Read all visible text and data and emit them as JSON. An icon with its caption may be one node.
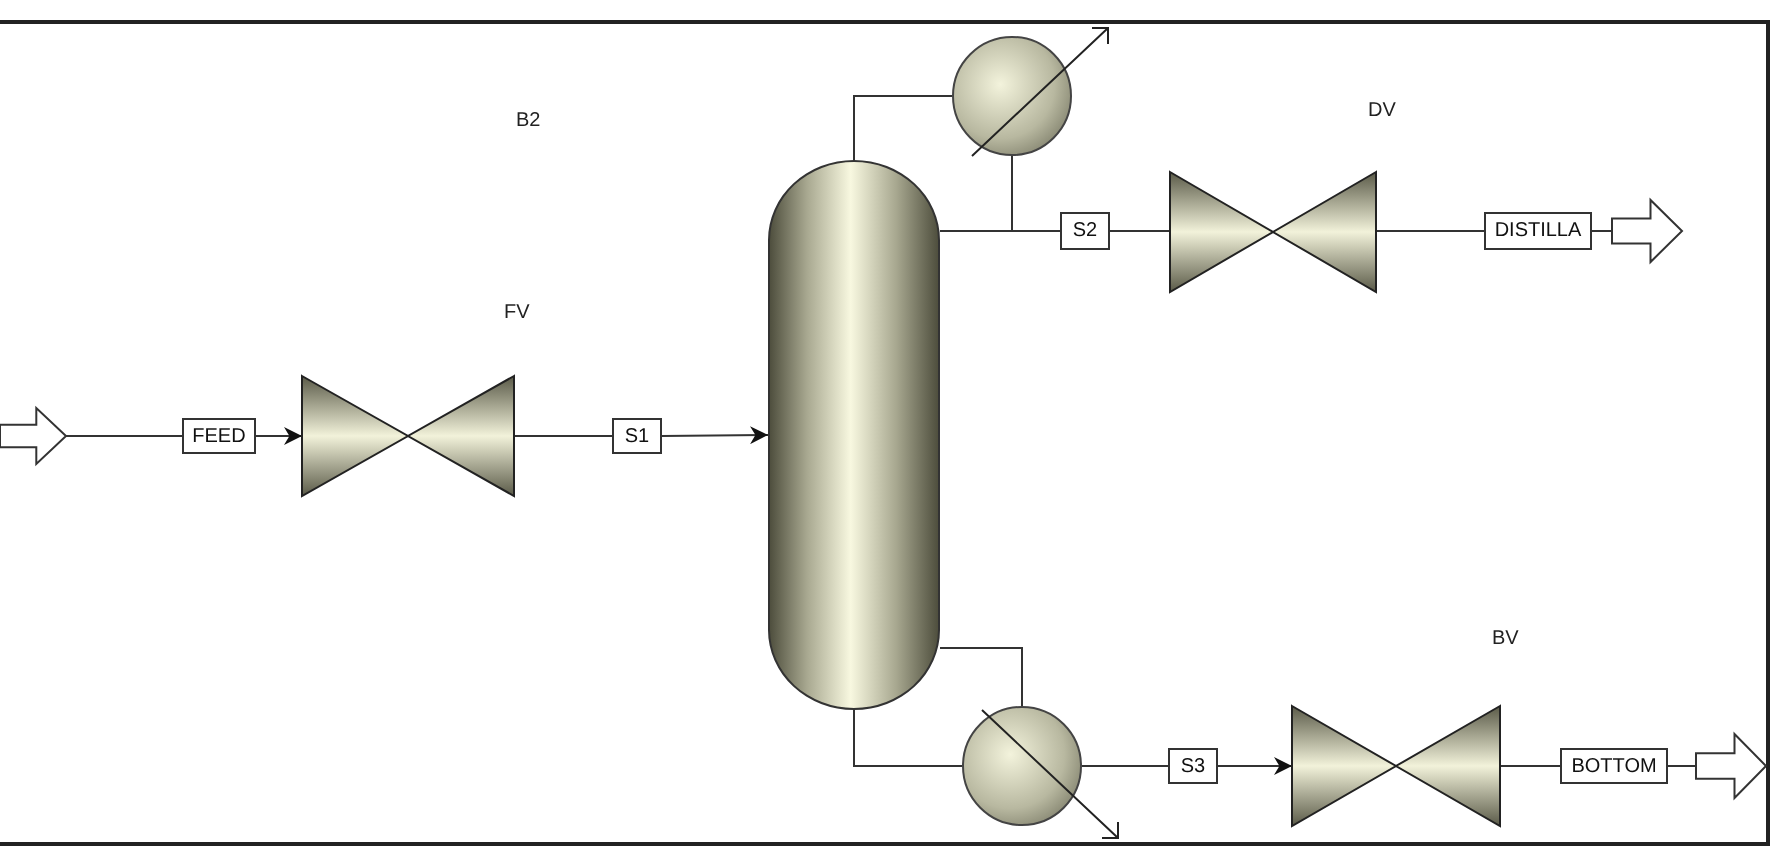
{
  "diagram": {
    "nodes": [
      {
        "text": [],
        "shape": "arrow"
      },
      {
        "text": [
          "FEED"
        ]
      },
      {
        "text": [],
        "shape": "valve",
        "beside": [
          "FV"
        ]
      },
      {
        "text": [
          "S1"
        ]
      },
      {
        "text": [],
        "shape": "cylinder"
      },
      {
        "text": [],
        "shape": "circle"
      },
      {
        "text": [
          "S2"
        ]
      },
      {
        "text": [],
        "shape": "valve",
        "beside": [
          "DV"
        ]
      },
      {
        "text": [
          "DISTILLA"
        ]
      },
      {
        "text": [],
        "shape": "arrow"
      },
      {
        "text": [],
        "shape": "circle"
      },
      {
        "text": [
          "S3"
        ]
      },
      {
        "text": [],
        "shape": "valve",
        "beside": [
          "BV"
        ]
      },
      {
        "text": [
          "BOTTOM"
        ]
      },
      {
        "text": [],
        "shape": "arrow"
      }
    ],
    "edges": [
      {
        "from": 0,
        "to": 1,
        "arrow": "none"
      },
      {
        "from": 1,
        "to": 2,
        "arrow": "to"
      },
      {
        "from": 2,
        "to": 3,
        "arrow": "none"
      },
      {
        "from": 3,
        "to": 4,
        "arrow": "to"
      },
      {
        "from": 4,
        "to": 5,
        "arrow": "none"
      },
      {
        "from": 5,
        "to": 6,
        "arrow": "none"
      },
      {
        "from": 4,
        "to": 6,
        "arrow": "none"
      },
      {
        "from": 6,
        "to": 7,
        "arrow": "none"
      },
      {
        "from": 7,
        "to": 8,
        "arrow": "none"
      },
      {
        "from": 8,
        "to": 9,
        "arrow": "none"
      },
      {
        "from": 4,
        "to": 10,
        "arrow": "none"
      },
      {
        "from": 4,
        "to": 10,
        "arrow": "none"
      },
      {
        "from": 10,
        "to": 11,
        "arrow": "none"
      },
      {
        "from": 11,
        "to": 12,
        "arrow": "to"
      },
      {
        "from": 12,
        "to": 13,
        "arrow": "none"
      },
      {
        "from": 13,
        "to": 14,
        "arrow": "none"
      }
    ],
    "labels": [
      "B2"
    ]
  }
}
